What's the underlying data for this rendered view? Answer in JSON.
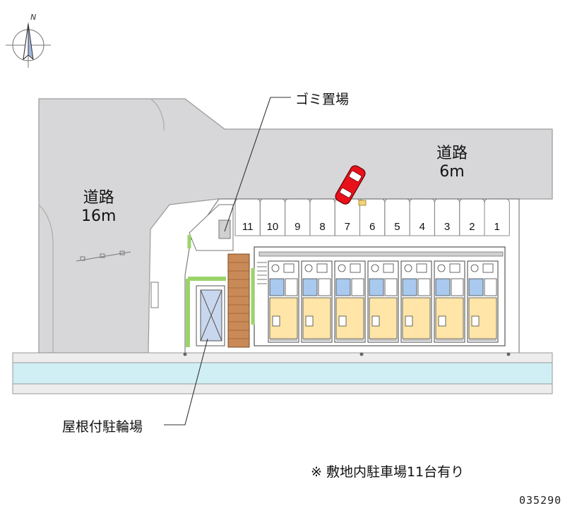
{
  "compass": {
    "icon": "compass-north-icon",
    "label": "N"
  },
  "roads": {
    "main": {
      "name": "道路",
      "width": "16m"
    },
    "side": {
      "name": "道路",
      "width": "6m"
    }
  },
  "callouts": {
    "trash": "ゴミ置場",
    "bicycle": "屋根付駐輪場"
  },
  "parking": {
    "slots": [
      "11",
      "10",
      "9",
      "8",
      "7",
      "6",
      "5",
      "4",
      "3",
      "2",
      "1"
    ],
    "highlighted_slot": "7",
    "car_icon": "red-car-icon"
  },
  "building": {
    "units": 7
  },
  "note": "※ 敷地内駐車場11台有り",
  "code": "035290",
  "colors": {
    "road": "#d7d7d9",
    "site": "#ffffff",
    "building": "#ffffff",
    "room_floor": "#ffe6a8",
    "bath_blue": "#a9c9ef",
    "canal": "#cfeff5",
    "hedge": "#9bd36a",
    "car": "#e8101b",
    "fence": "#b26b3c"
  }
}
